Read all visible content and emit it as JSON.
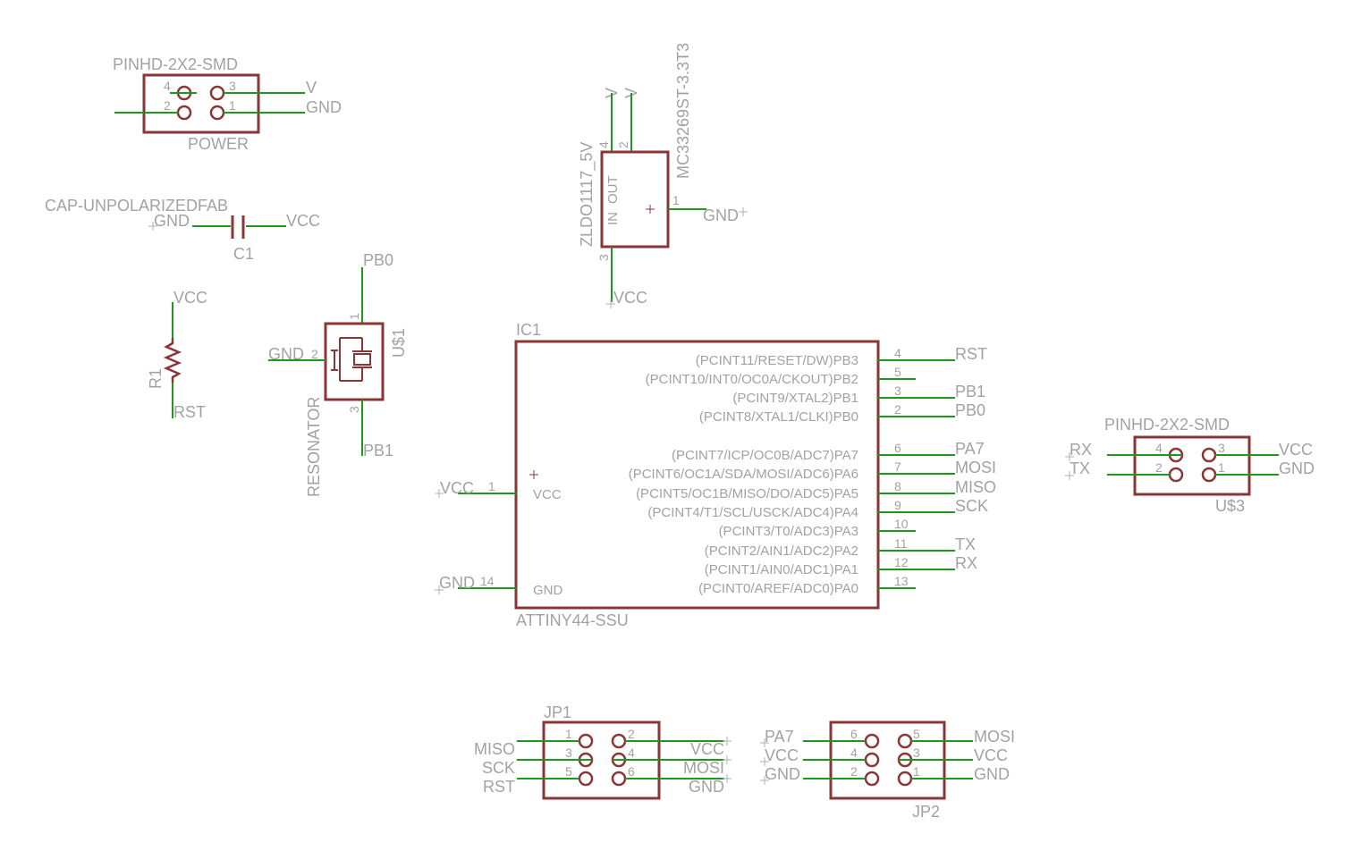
{
  "colors": {
    "body": "#8b3636",
    "wire": "#1d9a1d",
    "text": "#a2a2a2",
    "background": "#ffffff"
  },
  "power": {
    "name": "PINHD-2X2-SMD",
    "label": "POWER",
    "pins": [
      "4",
      "3",
      "2",
      "1"
    ],
    "net_v": "V",
    "net_gnd": "GND"
  },
  "c1": {
    "value": "CAP-UNPOLARIZEDFAB",
    "label": "C1",
    "left_net": "GND",
    "right_net": "VCC"
  },
  "r1": {
    "label": "R1",
    "top_net": "VCC",
    "bottom_net": "RST"
  },
  "resonator": {
    "name": "RESONATOR",
    "label": "U$1",
    "pin1": "1",
    "pin2": "2",
    "pin3": "3",
    "top_net": "PB0",
    "left_net": "GND",
    "bottom_net": "PB1"
  },
  "regulator": {
    "name": "ZLDO1117_5V",
    "value": "MC33269ST-3.3T3",
    "in_label": "IN",
    "out_label": "OUT",
    "pin4": "4",
    "pin2": "2",
    "pin1": "1",
    "pin3": "3",
    "net_v1": "V",
    "net_v2": "V",
    "gnd_net": "GND",
    "vcc_net": "VCC"
  },
  "ic1": {
    "label": "IC1",
    "value": "ATTINY44-SSU",
    "vcc_pin": "1",
    "vcc_label": "VCC",
    "vcc_net": "VCC",
    "gnd_pin": "14",
    "gnd_label": "GND",
    "gnd_net": "GND",
    "right_pins": [
      {
        "name": "(PCINT11/RESET/DW)PB3",
        "num": "4",
        "net": "RST"
      },
      {
        "name": "(PCINT10/INT0/OC0A/CKOUT)PB2",
        "num": "5",
        "net": ""
      },
      {
        "name": "(PCINT9/XTAL2)PB1",
        "num": "3",
        "net": "PB1"
      },
      {
        "name": "(PCINT8/XTAL1/CLKI)PB0",
        "num": "2",
        "net": "PB0"
      },
      {
        "name": "(PCINT7/ICP/OC0B/ADC7)PA7",
        "num": "6",
        "net": "PA7"
      },
      {
        "name": "(PCINT6/OC1A/SDA/MOSI/ADC6)PA6",
        "num": "7",
        "net": "MOSI"
      },
      {
        "name": "(PCINT5/OC1B/MISO/DO/ADC5)PA5",
        "num": "8",
        "net": "MISO"
      },
      {
        "name": "(PCINT4/T1/SCL/USCK/ADC4)PA4",
        "num": "9",
        "net": "SCK"
      },
      {
        "name": "(PCINT3/T0/ADC3)PA3",
        "num": "10",
        "net": ""
      },
      {
        "name": "(PCINT2/AIN1/ADC2)PA2",
        "num": "11",
        "net": "TX"
      },
      {
        "name": "(PCINT1/AIN0/ADC1)PA1",
        "num": "12",
        "net": "RX"
      },
      {
        "name": "(PCINT0/AREF/ADC0)PA0",
        "num": "13",
        "net": ""
      }
    ]
  },
  "u3": {
    "name": "PINHD-2X2-SMD",
    "label": "U$3",
    "pins": [
      "4",
      "3",
      "2",
      "1"
    ],
    "left_nets": [
      "RX",
      "TX"
    ],
    "right_nets": [
      "VCC",
      "GND"
    ]
  },
  "jp1": {
    "label": "JP1",
    "left_pins": [
      "1",
      "3",
      "5"
    ],
    "right_pins": [
      "2",
      "4",
      "6"
    ],
    "left_nets": [
      "MISO",
      "SCK",
      "RST"
    ],
    "right_nets": [
      "VCC",
      "MOSI",
      "GND"
    ]
  },
  "jp2": {
    "label": "JP2",
    "left_pins": [
      "6",
      "4",
      "2"
    ],
    "right_pins": [
      "5",
      "3",
      "1"
    ],
    "left_nets": [
      "PA7",
      "VCC",
      "GND"
    ],
    "right_nets": [
      "MOSI",
      "VCC",
      "GND"
    ]
  }
}
